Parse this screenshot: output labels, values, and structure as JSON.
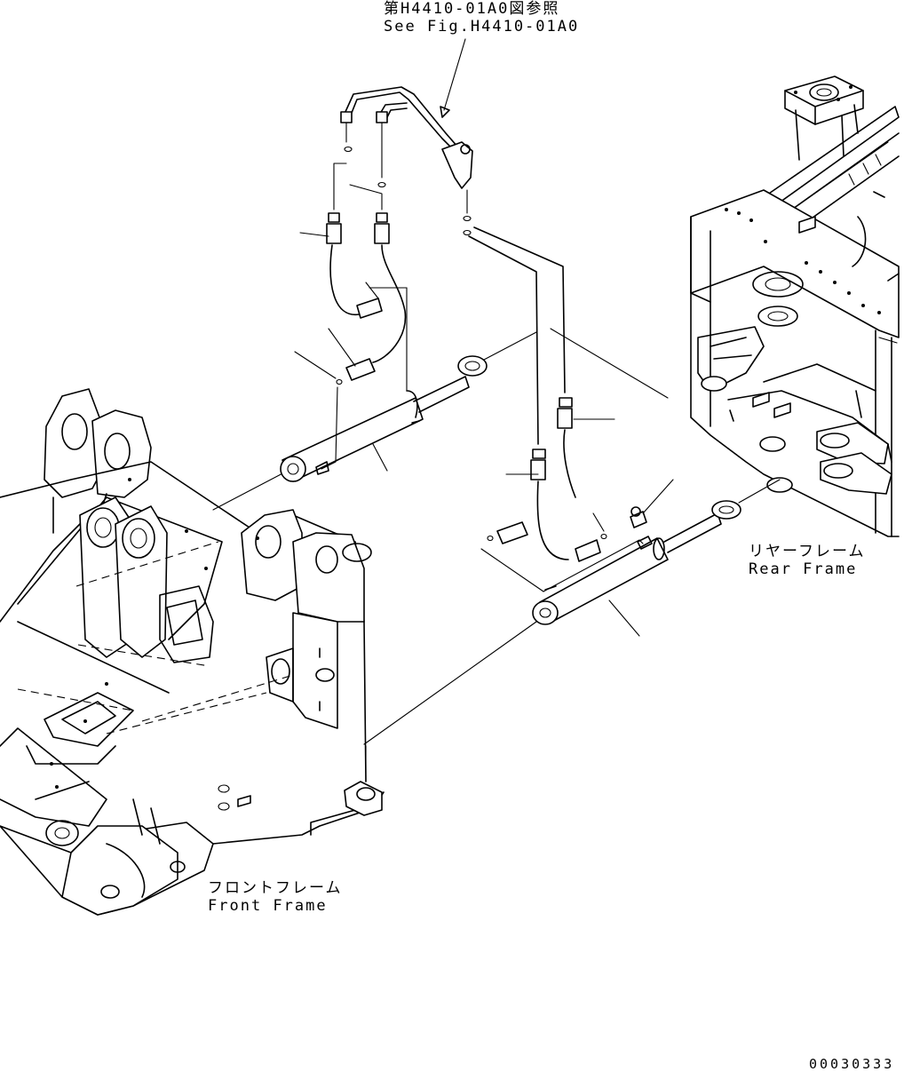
{
  "labels": {
    "ref_jp": "第H4410-01A0図参照",
    "ref_en": "See Fig.H4410-01A0",
    "rear_jp": "リヤーフレーム",
    "rear_en": "Rear Frame",
    "front_jp": "フロントフレーム",
    "front_en": "Front Frame",
    "drawing_code": "00030333"
  }
}
